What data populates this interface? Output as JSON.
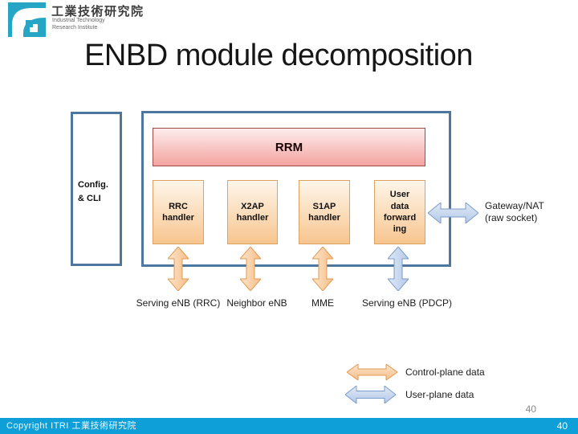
{
  "header": {
    "logo_title": "工業技術研究院",
    "logo_subtitle": "Industrial Technology\nResearch Institute"
  },
  "title": "ENBD module decomposition",
  "diagram": {
    "config_box_label": "Config.\n& CLI",
    "rrm_label": "RRM",
    "modules": [
      {
        "label": "RRC\nhandler"
      },
      {
        "label": "X2AP\nhandler"
      },
      {
        "label": "S1AP\nhandler"
      },
      {
        "label": "User\ndata\nforward\ning"
      }
    ],
    "external_label": "Gateway/NAT\n(raw socket)",
    "connections": [
      {
        "label": "Serving eNB (RRC)",
        "plane": "control"
      },
      {
        "label": "Neighbor eNB",
        "plane": "control"
      },
      {
        "label": "MME",
        "plane": "control"
      },
      {
        "label": "Serving eNB (PDCP)",
        "plane": "user"
      }
    ]
  },
  "legend": [
    {
      "label": "Control-plane data",
      "plane": "control"
    },
    {
      "label": "User-plane data",
      "plane": "user"
    }
  ],
  "footer": {
    "page_number_above": "40",
    "copyright": "Copyright  ITRI  工業技術研究院",
    "page_number": "40"
  },
  "colors": {
    "slide_background": "#ffffff",
    "box_border_blue": "#4d779f",
    "rrm_fill_top": "#fdedec",
    "rrm_fill_bottom": "#f3a3a0",
    "rrm_border": "#9d4b46",
    "module_fill_top": "#fef6ea",
    "module_fill_bottom": "#f8c58f",
    "module_border": "#dfa25e",
    "control_arrow_fill": "#fbd3a5",
    "control_arrow_border": "#e19a52",
    "user_arrow_fill": "#c3d6ef",
    "user_arrow_border": "#7b9cc9",
    "footer_bar": "#0f9fd8",
    "logo_teal": "#27a5c5"
  }
}
